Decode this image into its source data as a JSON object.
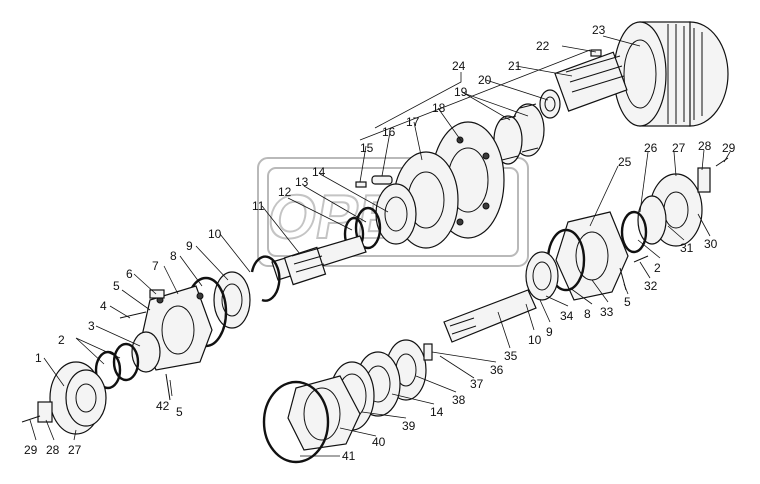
{
  "labels": {
    "l1": "1",
    "l2a": "2",
    "l2b": "2",
    "l3": "3",
    "l4": "4",
    "l5a": "5",
    "l5b": "5",
    "l5c": "5",
    "l6": "6",
    "l7": "7",
    "l8a": "8",
    "l8b": "8",
    "l9a": "9",
    "l9b": "9",
    "l10a": "10",
    "l10b": "10",
    "l11": "11",
    "l12": "12",
    "l13": "13",
    "l14a": "14",
    "l14b": "14",
    "l15": "15",
    "l16": "16",
    "l17": "17",
    "l18": "18",
    "l19": "19",
    "l20": "20",
    "l21": "21",
    "l22": "22",
    "l23": "23",
    "l24": "24",
    "l25": "25",
    "l26": "26",
    "l27a": "27",
    "l27b": "27",
    "l28a": "28",
    "l28b": "28",
    "l29a": "29",
    "l29b": "29",
    "l30": "30",
    "l31": "31",
    "l32": "32",
    "l33": "33",
    "l34": "34",
    "l35": "35",
    "l36": "36",
    "l37": "37",
    "l38": "38",
    "l39": "39",
    "l40": "40",
    "l41": "41",
    "l42": "42"
  },
  "watermark": {
    "logo_text": "OPEX"
  }
}
